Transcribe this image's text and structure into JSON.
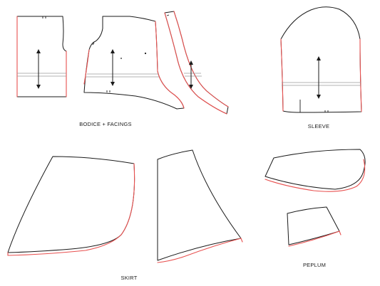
{
  "labels": {
    "bodice_facings": "BODICE + FACINGS",
    "sleeve": "SLEEVE",
    "skirt": "SKIRT",
    "peplum": "PEPLUM"
  },
  "colors": {
    "outline": "#1a1a1a",
    "highlight_edge": "#e8504f",
    "guide_line": "#9a9a9a",
    "background": "#ffffff"
  }
}
